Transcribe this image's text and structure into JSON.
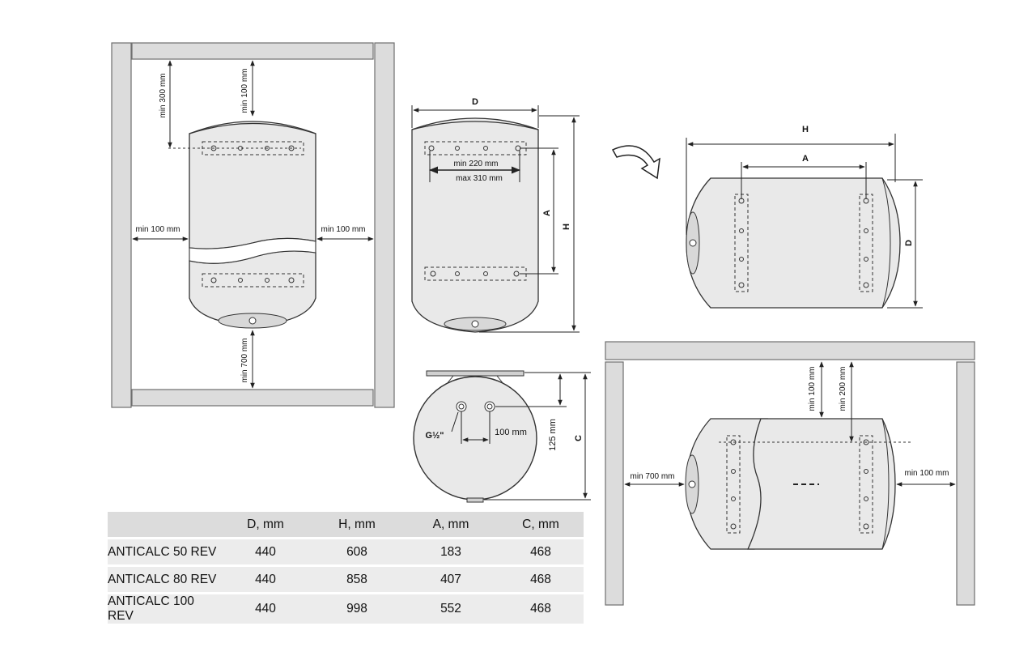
{
  "clearances": {
    "vertical_top": "min 300 mm",
    "vertical_top_inner": "min 100 mm",
    "vertical_left": "min 100 mm",
    "vertical_right": "min 100 mm",
    "vertical_bottom": "min 700 mm",
    "horizontal_top_1": "min 100 mm",
    "horizontal_top_2": "min 200 mm",
    "horizontal_left": "min 700 mm",
    "horizontal_right": "min 100 mm"
  },
  "front_view": {
    "dim_d": "D",
    "dim_a": "A",
    "dim_h": "H",
    "bracket_min": "min 220 mm",
    "bracket_max": "max 310 mm"
  },
  "top_view": {
    "thread": "G½\"",
    "spacing": "100 mm",
    "offset": "125 mm",
    "dim_c": "C"
  },
  "horizontal_view": {
    "dim_h": "H",
    "dim_a": "A",
    "dim_d": "D"
  },
  "table": {
    "headers": [
      "",
      "D, mm",
      "H, mm",
      "A, mm",
      "C, mm"
    ],
    "rows": [
      {
        "model": "ANTICALC 50 REV",
        "d": "440",
        "h": "608",
        "a": "183",
        "c": "468"
      },
      {
        "model": "ANTICALC 80 REV",
        "d": "440",
        "h": "858",
        "a": "407",
        "c": "468"
      },
      {
        "model": "ANTICALC 100 REV",
        "d": "440",
        "h": "998",
        "a": "552",
        "c": "468"
      }
    ]
  },
  "colors": {
    "wall_fill": "#dcdcdc",
    "wall_stroke": "#6e6e6e",
    "body_fill": "#e9e9e9",
    "line": "#333333"
  }
}
